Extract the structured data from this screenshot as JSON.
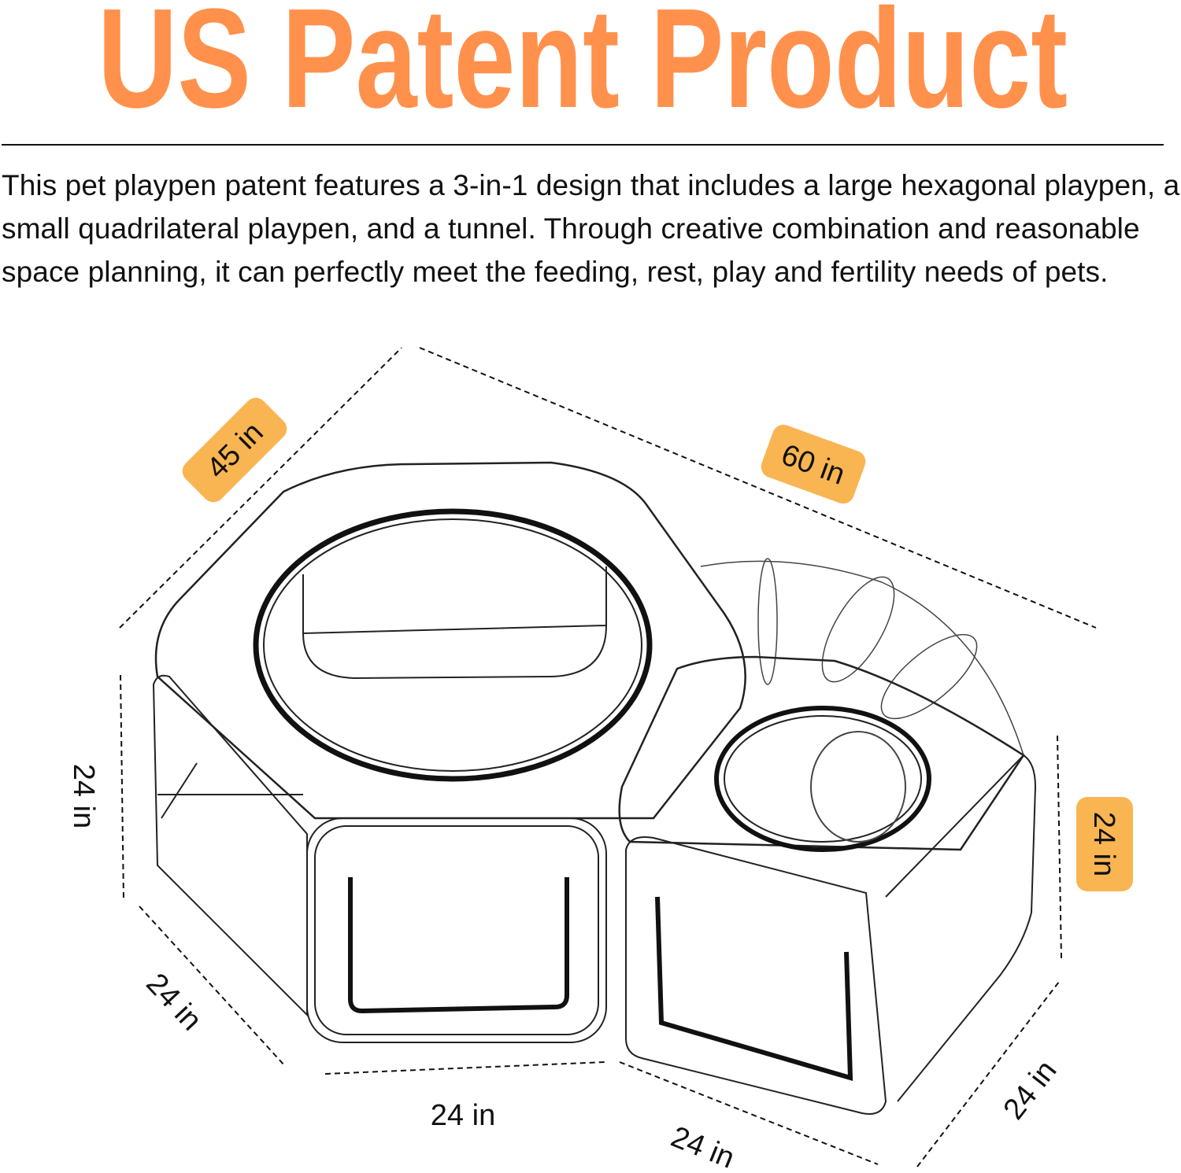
{
  "title": "US Patent Product",
  "description": "This pet playpen patent features a 3-in-1 design that includes a large hexagonal playpen, a small quadrilateral playpen, and a tunnel. Through creative combination and reasonable space planning, it can perfectly meet the feeding, rest, play and fertility needs of pets.",
  "dimensions": {
    "hex_width": "45 in",
    "total_length": "60 in",
    "hex_height": "24 in",
    "hex_side": "24 in",
    "hex_front": "24 in",
    "square_front": "24 in",
    "square_side": "24 in",
    "square_height": "24 in"
  },
  "colors": {
    "title": "#FF914D",
    "badge": "#F9B552",
    "line": "#222222"
  }
}
